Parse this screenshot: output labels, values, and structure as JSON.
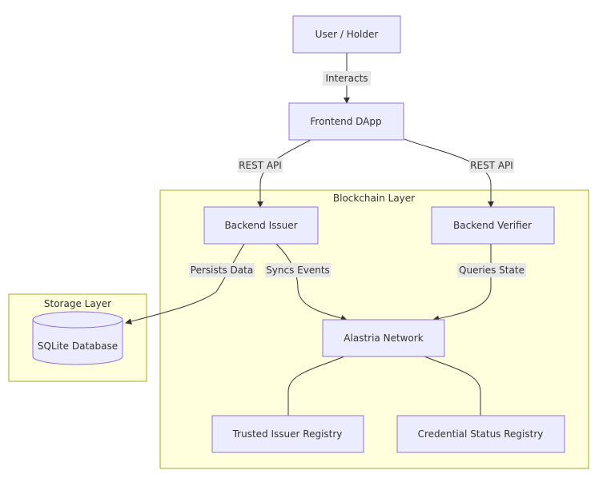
{
  "clusters": {
    "blockchain": "Blockchain Layer",
    "storage": "Storage Layer"
  },
  "nodes": {
    "user": "User / Holder",
    "frontend": "Frontend DApp",
    "issuer": "Backend Issuer",
    "verifier": "Backend Verifier",
    "network": "Alastria Network",
    "trusted": "Trusted Issuer Registry",
    "status": "Credential Status Registry",
    "db": "SQLite Database"
  },
  "edges": {
    "interacts": "Interacts",
    "rest_left": "REST API",
    "rest_right": "REST API",
    "persists": "Persists Data",
    "syncs": "Syncs Events",
    "queries": "Queries State"
  },
  "colors": {
    "node_fill": "#ECECFF",
    "node_stroke": "#9370DB",
    "cluster_fill": "#ffffde",
    "cluster_stroke": "#aaaa33",
    "edge": "#333333"
  }
}
